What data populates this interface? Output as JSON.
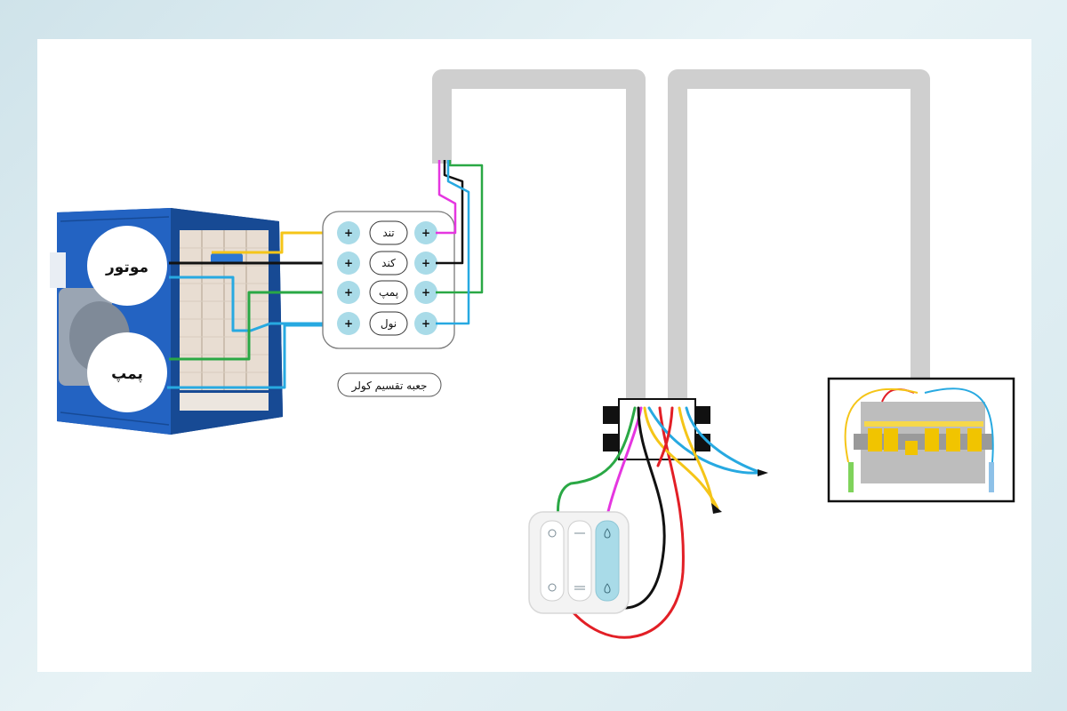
{
  "cooler": {
    "motor_label": "موتور",
    "pump_label": "پمپ"
  },
  "junction_box": {
    "caption": "جعبه تقسیم کولر",
    "terminals": [
      {
        "label": "تند",
        "left": "+",
        "right": "+"
      },
      {
        "label": "کند",
        "left": "+",
        "right": "+"
      },
      {
        "label": "پمپ",
        "left": "+",
        "right": "+"
      },
      {
        "label": "نول",
        "left": "+",
        "right": "+"
      }
    ]
  },
  "wire_colors": {
    "yellow": "#f5c518",
    "black": "#111111",
    "green": "#2aa845",
    "blue": "#27a9e1",
    "magenta": "#e536e0",
    "red": "#e21f26",
    "conduit": "#cfcfcf",
    "terminal": "#a9dbe8",
    "cooler_blue": "#1b4fa0"
  },
  "switch_icons": [
    "fan-icon",
    "wind-icon",
    "water-drop-icon"
  ]
}
